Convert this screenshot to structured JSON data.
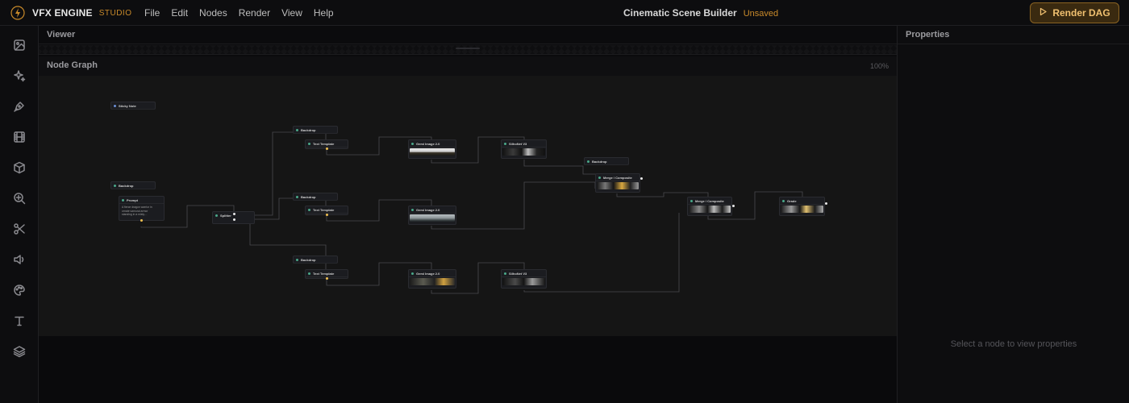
{
  "brand": {
    "name": "VFX ENGINE",
    "sub": "STUDIO",
    "logo_icon": "bolt-icon",
    "accent": "#c98a2a"
  },
  "menu": [
    {
      "id": "file",
      "label": "File"
    },
    {
      "id": "edit",
      "label": "Edit"
    },
    {
      "id": "nodes",
      "label": "Nodes"
    },
    {
      "id": "render",
      "label": "Render"
    },
    {
      "id": "view",
      "label": "View"
    },
    {
      "id": "help",
      "label": "Help"
    }
  ],
  "project": {
    "title": "Cinematic Scene Builder",
    "status": "Unsaved"
  },
  "toolbar": {
    "render_label": "Render DAG",
    "render_icon": "play-icon"
  },
  "rail_icons": [
    "image-icon",
    "sparkles-icon",
    "pen-tool-icon",
    "film-icon",
    "cube-icon",
    "zoom-in-icon",
    "scissors-icon",
    "volume-icon",
    "palette-icon",
    "text-icon",
    "layers-icon"
  ],
  "viewer": {
    "label": "Viewer"
  },
  "graph": {
    "label": "Node Graph",
    "zoom": "100%",
    "nodes": [
      {
        "id": "sticky",
        "title": "Sticky Note"
      },
      {
        "id": "backdrop1",
        "title": "Backdrop"
      },
      {
        "id": "prompt",
        "title": "Prompt",
        "text": "A fierce dragon warrior in\nornate samurai armor\nstanding in a misty…"
      },
      {
        "id": "splitter",
        "title": "Splitter"
      },
      {
        "id": "backdrop2",
        "title": "Backdrop"
      },
      {
        "id": "tt1",
        "title": "Text Template"
      },
      {
        "id": "backdrop3",
        "title": "Backdrop"
      },
      {
        "id": "tt2",
        "title": "Text Template"
      },
      {
        "id": "backdrop4",
        "title": "Backdrop"
      },
      {
        "id": "tt3",
        "title": "Text Template"
      },
      {
        "id": "gen1",
        "title": "Gemi Image 2.0"
      },
      {
        "id": "gen2",
        "title": "Gemi Image 2.0"
      },
      {
        "id": "gen3",
        "title": "Gemi Image 2.0"
      },
      {
        "id": "sil1",
        "title": "SilhoNet V3"
      },
      {
        "id": "sil2",
        "title": "SilhoNet V3"
      },
      {
        "id": "backdrop5",
        "title": "Backdrop"
      },
      {
        "id": "merge1",
        "title": "Merge / Composite"
      },
      {
        "id": "merge2",
        "title": "Merge / Composite"
      },
      {
        "id": "grade",
        "title": "Grade"
      }
    ]
  },
  "properties": {
    "label": "Properties",
    "empty": "Select a node to view properties"
  }
}
